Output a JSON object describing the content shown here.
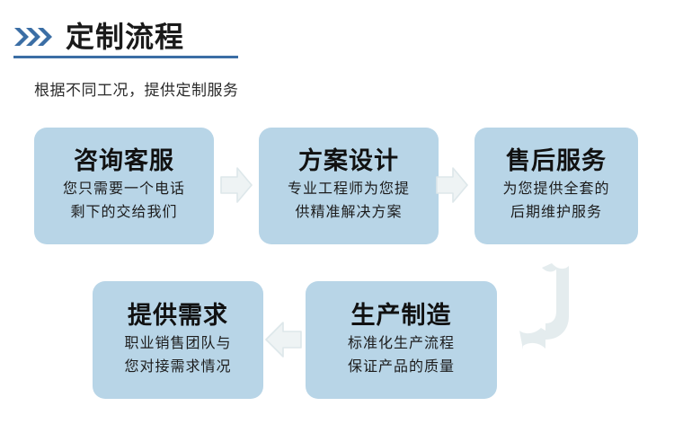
{
  "header": {
    "title": "定制流程",
    "subtitle": "根据不同工况，提供定制服务",
    "chevron_icon": "triple-chevron-right-icon",
    "accent_color": "#3b6ea5",
    "title_color": "#1a1a1a"
  },
  "flow": {
    "card_color": "#b8d5e7",
    "arrow_color": "#e3ebed",
    "steps": [
      {
        "id": "step-1",
        "title": "咨询客服",
        "desc_line1": "您只需要一个电话",
        "desc_line2": "剩下的交给我们"
      },
      {
        "id": "step-2",
        "title": "方案设计",
        "desc_line1": "专业工程师为您提",
        "desc_line2": "供精准解决方案"
      },
      {
        "id": "step-3",
        "title": "售后服务",
        "desc_line1": "为您提供全套的",
        "desc_line2": "后期维护服务"
      },
      {
        "id": "step-4",
        "title": "提供需求",
        "desc_line1": "职业销售团队与",
        "desc_line2": "您对接需求情况"
      },
      {
        "id": "step-5",
        "title": "生产制造",
        "desc_line1": "标准化生产流程",
        "desc_line2": "保证产品的质量"
      }
    ],
    "connectors": [
      {
        "id": "connector-1",
        "icon": "arrow-right-icon"
      },
      {
        "id": "connector-2",
        "icon": "arrow-right-icon"
      },
      {
        "id": "connector-3",
        "icon": "arrow-left-icon"
      },
      {
        "id": "connector-4",
        "icon": "arrow-curved-down-left-icon"
      }
    ]
  }
}
